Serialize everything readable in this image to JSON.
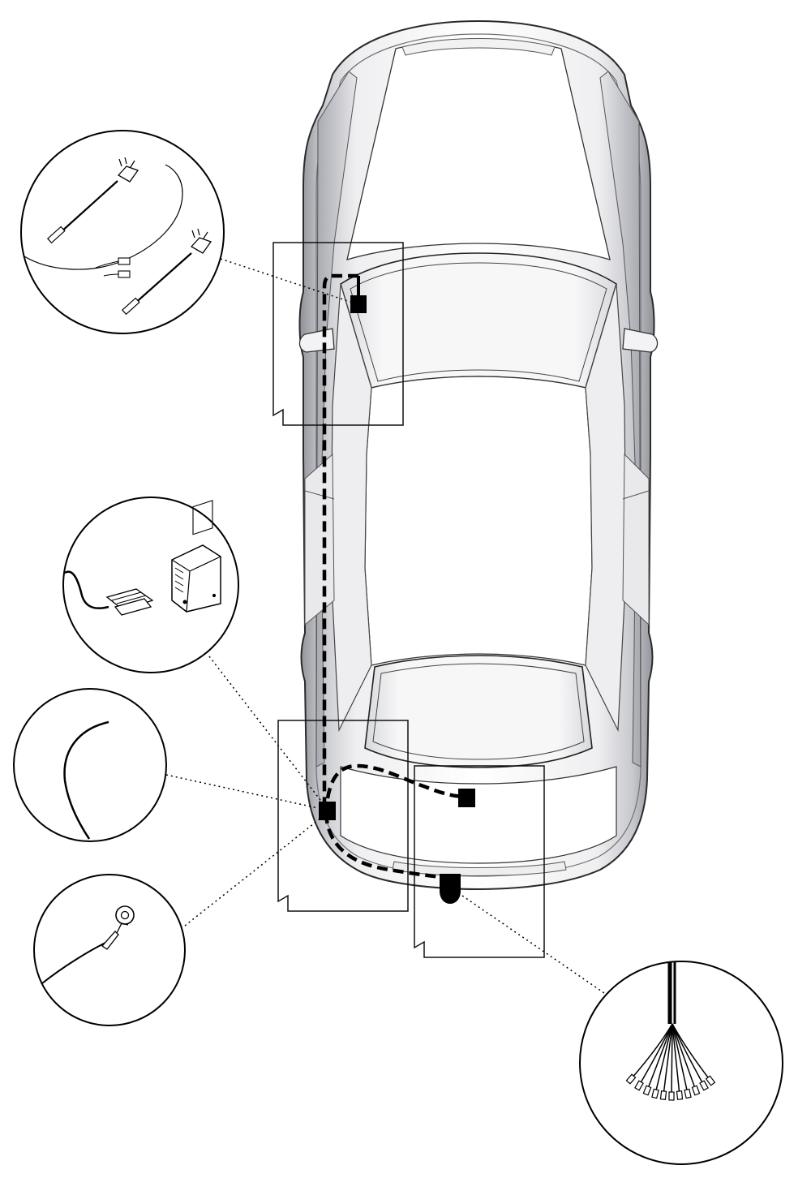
{
  "diagram": {
    "kind": "towbar wiring installation layout, top view of sedan",
    "colors": {
      "background": "#ffffff",
      "line": "#111111",
      "car_light": "#f4f4f4",
      "car_mid": "#d2d2d6",
      "car_dark": "#9a9ca2"
    },
    "components": [
      {
        "id": "brake-light-adapter-cables",
        "icon": "plug-cable-pair-icon"
      },
      {
        "id": "control-module",
        "icon": "module-connector-icon"
      },
      {
        "id": "signal-wire",
        "icon": "single-wire-icon"
      },
      {
        "id": "ground-ring-terminal",
        "icon": "ring-terminal-icon"
      },
      {
        "id": "light-cluster-wire-bundle",
        "icon": "wire-bundle-icon"
      }
    ],
    "connection_points": [
      {
        "id": "front-node",
        "shape": "square"
      },
      {
        "id": "module-node",
        "shape": "square"
      },
      {
        "id": "rear-light-node",
        "shape": "square"
      },
      {
        "id": "towbar-socket-node",
        "shape": "half-round"
      }
    ],
    "panels": [
      {
        "id": "panel-front-left"
      },
      {
        "id": "panel-rear-left"
      },
      {
        "id": "panel-rear-center"
      }
    ]
  }
}
